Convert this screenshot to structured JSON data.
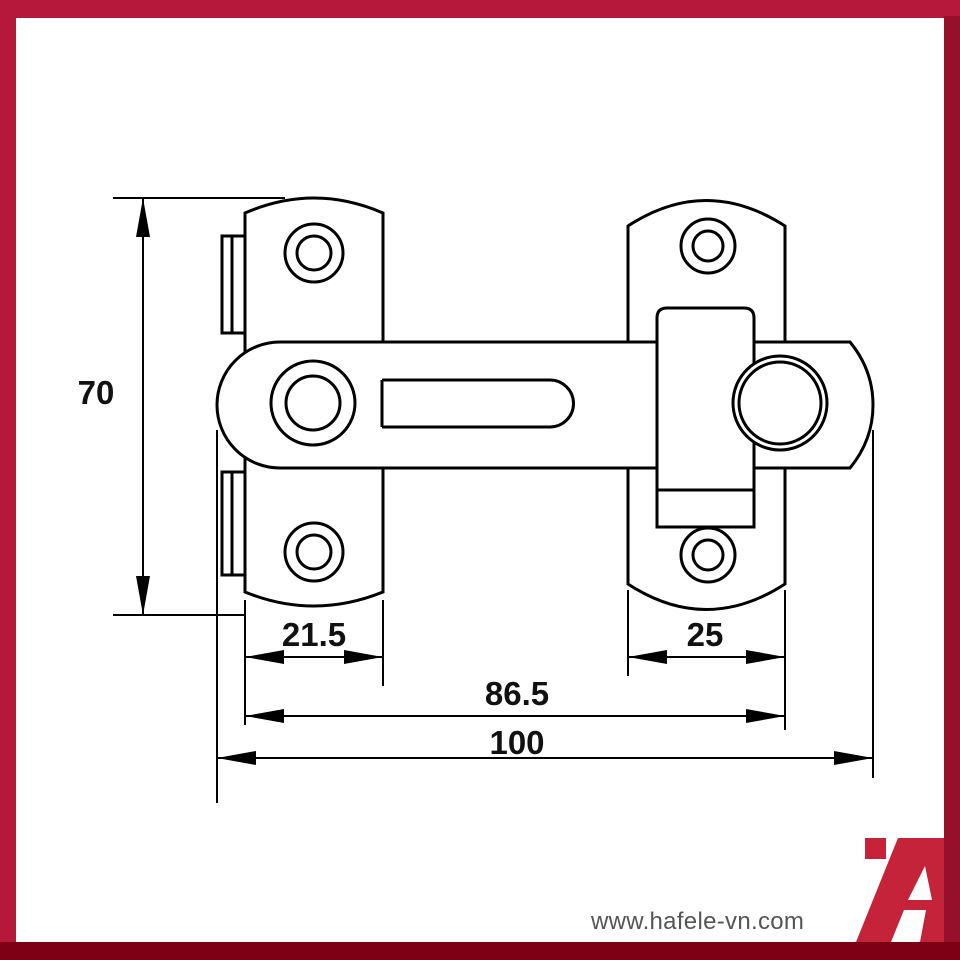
{
  "drawing": {
    "dimensions": {
      "height": "70",
      "left_plate_width": "21.5",
      "right_plate_width": "25",
      "plate_span": "86.5",
      "overall_length": "100"
    }
  },
  "branding": {
    "url": "www.hafele-vn.com",
    "logo_letter": "Ä",
    "brand_color": "#c4233a",
    "frame_color": "#b5183a"
  }
}
